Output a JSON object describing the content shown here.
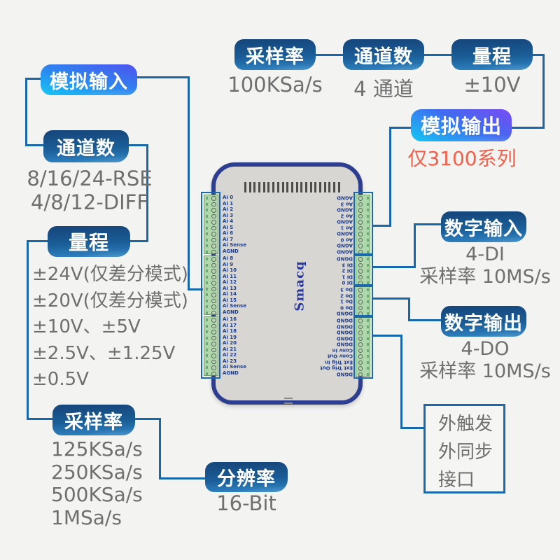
{
  "colors": {
    "background": "#f3f3f2",
    "connector_line": "#1667ab",
    "pill_navy_top": "#16487d",
    "pill_navy_bottom": "#2f85c4",
    "pill_gradient_violet": "#7a4af2",
    "pill_gradient_cyan": "#14c8f2",
    "spec_text": "#6f6f6f",
    "note_red": "#f2604a",
    "device_body": "#d7d6d2",
    "device_border_navy": "#2d3d8f",
    "terminal_green": "#aed8ab"
  },
  "left_panel": {
    "analog_input": {
      "label": "模拟输入"
    },
    "channels": {
      "label": "通道数",
      "values": [
        "8/16/24-RSE",
        "4/8/12-DIFF"
      ]
    },
    "range": {
      "label": "量程",
      "values": [
        "±24V(仅差分模式)",
        "±20V(仅差分模式)",
        "±10V、±5V",
        "±2.5V、±1.25V",
        "±0.5V"
      ]
    },
    "sample_rate": {
      "label": "采样率",
      "values": [
        "125KSa/s",
        "250KSa/s",
        "500KSa/s",
        "1MSa/s"
      ]
    },
    "resolution": {
      "label": "分辨率",
      "value": "16-Bit"
    }
  },
  "top_panel": {
    "sample_rate": {
      "label": "采样率",
      "value": "100KSa/s"
    },
    "channels": {
      "label": "通道数",
      "value": "4 通道"
    },
    "range": {
      "label": "量程",
      "value": "±10V"
    },
    "analog_output": {
      "label": "模拟输出",
      "note": "仅3100系列"
    }
  },
  "right_panel": {
    "digital_input": {
      "label": "数字输入",
      "values": [
        "4-DI",
        "采样率 10MS/s"
      ]
    },
    "digital_output": {
      "label": "数字输出",
      "values": [
        "4-DO",
        "采样率 10MS/s"
      ]
    },
    "trigger": {
      "lines": [
        "外触发",
        "外同步",
        "接口"
      ]
    }
  },
  "device": {
    "logo": "Smacq",
    "left_pin_groups": [
      [
        "Ai 0",
        "Ai 1",
        "Ai 2",
        "Ai 3",
        "Ai 4",
        "Ai 5",
        "Ai 6",
        "Ai 7",
        "Ai Sense",
        "AGND"
      ],
      [
        "Ai 8",
        "Ai 9",
        "Ai 10",
        "Ai 11",
        "Ai 12",
        "Ai 13",
        "Ai 14",
        "Ai 15",
        "Ai Sense",
        "AGND"
      ],
      [
        "Ai 16",
        "Ai 17",
        "Ai 18",
        "Ai 19",
        "Ai 20",
        "Ai 21",
        "Ai 22",
        "Ai 23",
        "Ai Sense",
        "AGND"
      ]
    ],
    "right_pin_groups": [
      [
        "AGND",
        "Ao 3",
        "AGND",
        "Ao 2",
        "AGND",
        "Ao 1",
        "AGND",
        "Ao 0",
        "AGND",
        "AGND"
      ],
      [
        "DGND",
        "Di 3",
        "Di 2",
        "Di 1",
        "Di 0"
      ],
      [
        "Do 3",
        "Do 2",
        "Do 1",
        "Do 0",
        "DGND"
      ],
      [
        "DGND",
        "DGND",
        "DGND",
        "DGND",
        "DGND",
        "Conv In",
        "Conv Out",
        "Ext Trig In",
        "Ext Trig Out",
        "DGND"
      ]
    ]
  }
}
